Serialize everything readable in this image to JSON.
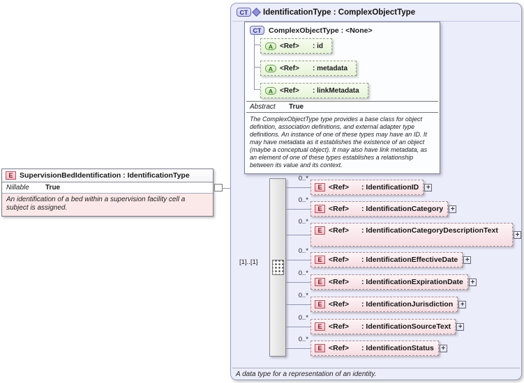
{
  "left_element": {
    "icon_label": "E",
    "title": "SupervisionBedIdentification : IdentificationType",
    "facet_name": "Nillable",
    "facet_value": "True",
    "description": "An identification of a bed within a supervision facility cell a subject is assigned."
  },
  "container": {
    "icon_label": "CT",
    "title": "IdentificationType : ComplexObjectType",
    "footer": "A data type for a representation of an identity."
  },
  "base_type": {
    "icon_label": "CT",
    "title": "ComplexObjectType : <None>",
    "attribute_icon_label": "A",
    "attributes": [
      {
        "ref_label": "<Ref>",
        "name": ": id"
      },
      {
        "ref_label": "<Ref>",
        "name": ": metadata"
      },
      {
        "ref_label": "<Ref>",
        "name": ": linkMetadata"
      }
    ],
    "facet_name": "Abstract",
    "facet_value": "True",
    "description": "The ComplexObjectType type provides a base class for object definition, association definitions, and external adapter type definitions. An instance of one of these types may have an ID. It may have metadata as it establishes the existence of an object (maybe a conceptual object). It may also have link metadata, as an element of one of these types establishes a relationship between its value and its context."
  },
  "sequence": {
    "cardinality": "[1]..[1]",
    "element_icon_label": "E",
    "expand_glyph": "+",
    "elements": [
      {
        "occurs": "0..*",
        "ref_label": "<Ref>",
        "name": ": IdentificationID"
      },
      {
        "occurs": "0..*",
        "ref_label": "<Ref>",
        "name": ": IdentificationCategory"
      },
      {
        "occurs": "0..*",
        "ref_label": "<Ref>",
        "name": ": IdentificationCategoryDescriptionText"
      },
      {
        "occurs": "0..*",
        "ref_label": "<Ref>",
        "name": ": IdentificationEffectiveDate"
      },
      {
        "occurs": "0..*",
        "ref_label": "<Ref>",
        "name": ": IdentificationExpirationDate"
      },
      {
        "occurs": "0..*",
        "ref_label": "<Ref>",
        "name": ": IdentificationJurisdiction"
      },
      {
        "occurs": "0..*",
        "ref_label": "<Ref>",
        "name": ": IdentificationSourceText"
      },
      {
        "occurs": "0..*",
        "ref_label": "<Ref>",
        "name": ": IdentificationStatus"
      }
    ]
  }
}
